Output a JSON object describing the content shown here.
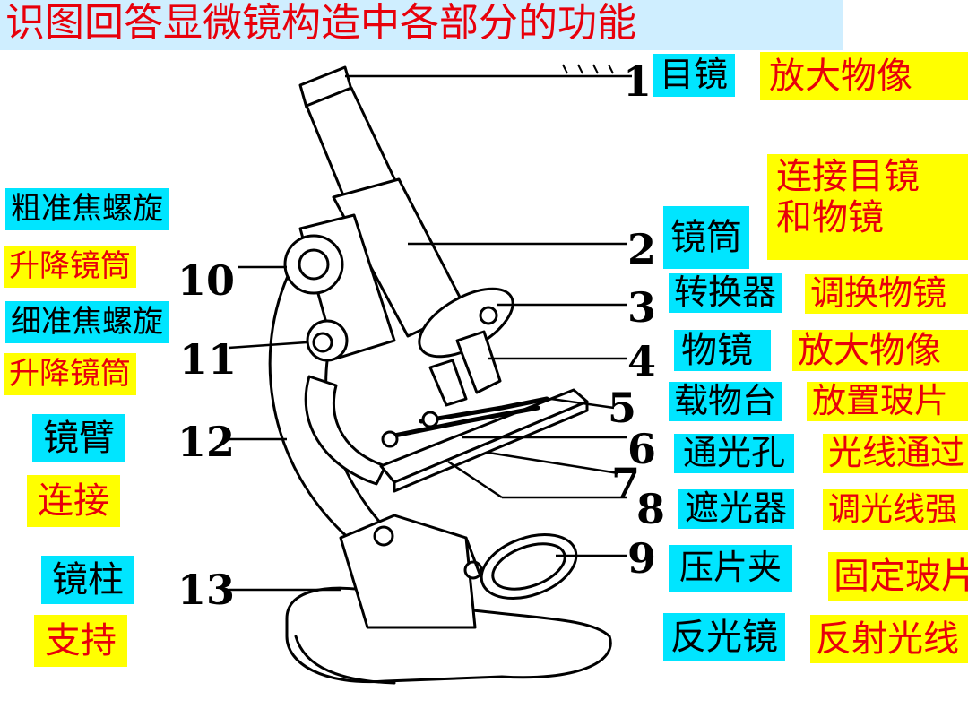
{
  "title": "识图回答显微镜构造中各部分的功能",
  "parts": [
    {
      "num": "1",
      "name": "目镜",
      "func": "放大物像"
    },
    {
      "num": "2",
      "name": "镜筒",
      "func_lines": [
        "连接目镜",
        "和物镜"
      ]
    },
    {
      "num": "3",
      "name": "转换器",
      "func": "调换物镜"
    },
    {
      "num": "4",
      "name": "物镜",
      "func": "放大物像"
    },
    {
      "num": "5",
      "name": "载物台",
      "func": "放置玻片"
    },
    {
      "num": "6",
      "name": "通光孔",
      "func": "光线通过"
    },
    {
      "num": "7"
    },
    {
      "num": "8",
      "name": "遮光器",
      "func": "调光线强"
    },
    {
      "num": "9",
      "name": "压片夹",
      "func": "固定玻片"
    },
    {
      "name": "反光镜",
      "func": "反射光线"
    },
    {
      "num": "10",
      "name": "粗准焦螺旋",
      "func": "升降镜筒"
    },
    {
      "num": "11",
      "name": "细准焦螺旋",
      "func": "升降镜筒"
    },
    {
      "num": "12",
      "name": "镜臂",
      "func": "连接"
    },
    {
      "num": "13",
      "name": "镜柱",
      "func": "支持"
    }
  ],
  "colors": {
    "title_bg": "#cfeeff",
    "name_bg": "#00e5ff",
    "func_bg": "#ffff00",
    "func_text": "#e8000b"
  }
}
